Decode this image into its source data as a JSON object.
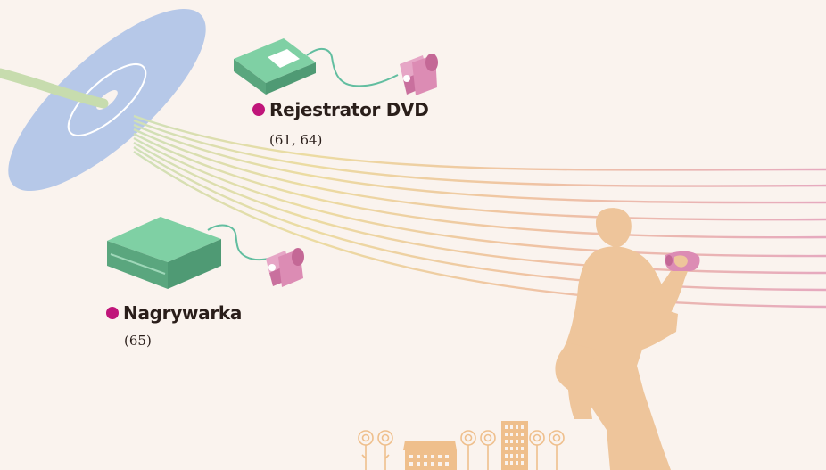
{
  "labels": {
    "dvd_recorder": {
      "title": "Rejestrator DVD",
      "pages": "(61, 64)"
    },
    "burner": {
      "title": "Nagrywarka",
      "pages": "(65)"
    }
  },
  "colors": {
    "background": "#faf3ee",
    "disc": "#b6c8e8",
    "device_green": "#6fbf94",
    "camcorder_pink": "#dc8cb4",
    "bullet": "#c0157a",
    "silhouette": "#eec59b",
    "cable": "#62bea0"
  },
  "icons": [
    "disc-icon",
    "dvd-recorder-icon",
    "burner-icon",
    "camcorder-icon",
    "person-silhouette",
    "trees-icon",
    "house-icon",
    "building-icon"
  ]
}
